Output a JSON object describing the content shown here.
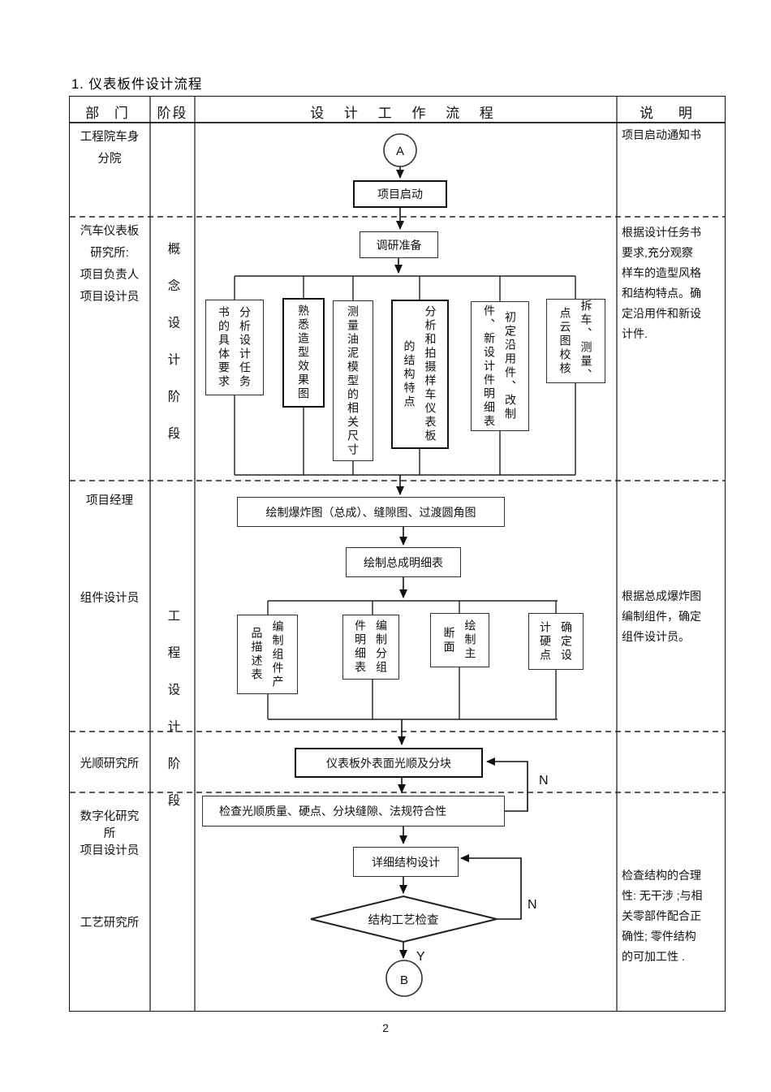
{
  "page": {
    "title": "1. 仪表板件设计流程",
    "page_number": "2"
  },
  "header": {
    "department": "部 门",
    "stage": "阶段",
    "flow": "设 计 工 作 流 程",
    "note": "说 明"
  },
  "departments": [
    {
      "label": "工程院车身\n分院"
    },
    {
      "label": "汽车仪表板\n研究所:\n项目负责人\n项目设计员"
    },
    {
      "label": "项目经理"
    },
    {
      "label": "组件设计员"
    },
    {
      "label": "光顺研究所"
    },
    {
      "label": "数字化研究\n所\n项目设计员"
    },
    {
      "label": "工艺研究所"
    }
  ],
  "stages": [
    {
      "label": "概念设计阶段"
    },
    {
      "label": "工程设计阶段"
    }
  ],
  "notes": [
    {
      "text": "项目启动通知书"
    },
    {
      "text": "根据设计任务书\n要求,充分观察\n样车的造型风格\n和结构特点。确\n定沿用件和新设\n计件."
    },
    {
      "text": "根据总成爆炸图\n编制组件，确定\n组件设计员。"
    },
    {
      "text": "检查结构的合理\n性: 无干涉 ;与相\n关零部件配合正\n确性; 零件结构\n的可加工性 ."
    }
  ],
  "flow": {
    "start_connector": "A",
    "end_connector": "B",
    "yes_label": "Y",
    "no_label_1": "N",
    "no_label_2": "N",
    "project_start": "项目启动",
    "research_prep": "调研准备",
    "concept_tasks": [
      {
        "text": "分析设计任务\n书的具体要求"
      },
      {
        "text": "熟悉造型效果图"
      },
      {
        "text": "测量油泥模型的相关尺寸"
      },
      {
        "text": "分析和拍摄样车仪表板\n的结构特点"
      },
      {
        "text": "初定沿用件、改制\n件、新设计件明细表"
      },
      {
        "text": "拆车、测量、\n点云图校核"
      }
    ],
    "draw_exploded": "绘制爆炸图（总成）、缝隙图、过渡圆角图",
    "draw_bom": "绘制总成明细表",
    "component_tasks": [
      {
        "text": "编制组件产\n品描述表"
      },
      {
        "text": "编制分组\n件明细表"
      },
      {
        "text": "绘制主\n断面"
      },
      {
        "text": "确定设\n计硬点"
      }
    ],
    "surface_smooth": "仪表板外表面光顺及分块",
    "surface_check": "检查光顺质量、硬点、分块缝隙、法规符合性",
    "detail_design": "详细结构设计",
    "process_check": "结构工艺检查"
  }
}
